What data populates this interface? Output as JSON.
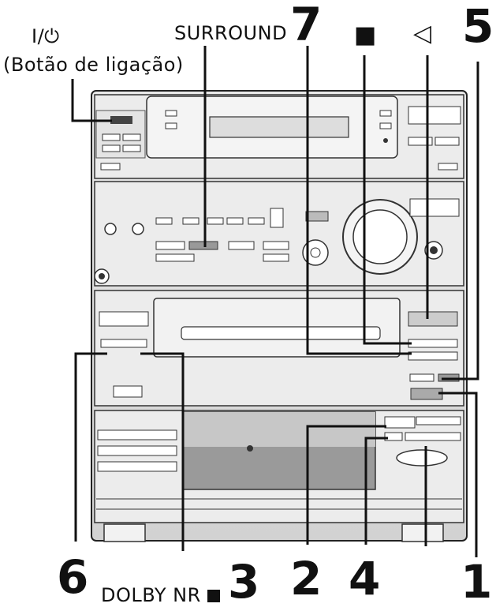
{
  "callouts": {
    "power_symbol": "I/⏻",
    "power_caption": "(Botão de ligação)",
    "surround": "SURROUND",
    "stop_symbol": "■",
    "rewind_symbol": "◁",
    "dolby": "DOLBY NR"
  },
  "numbers": {
    "n7": "7",
    "n5": "5",
    "n6": "6",
    "n3": "3",
    "n2": "2",
    "n4": "4",
    "n1": "1"
  }
}
